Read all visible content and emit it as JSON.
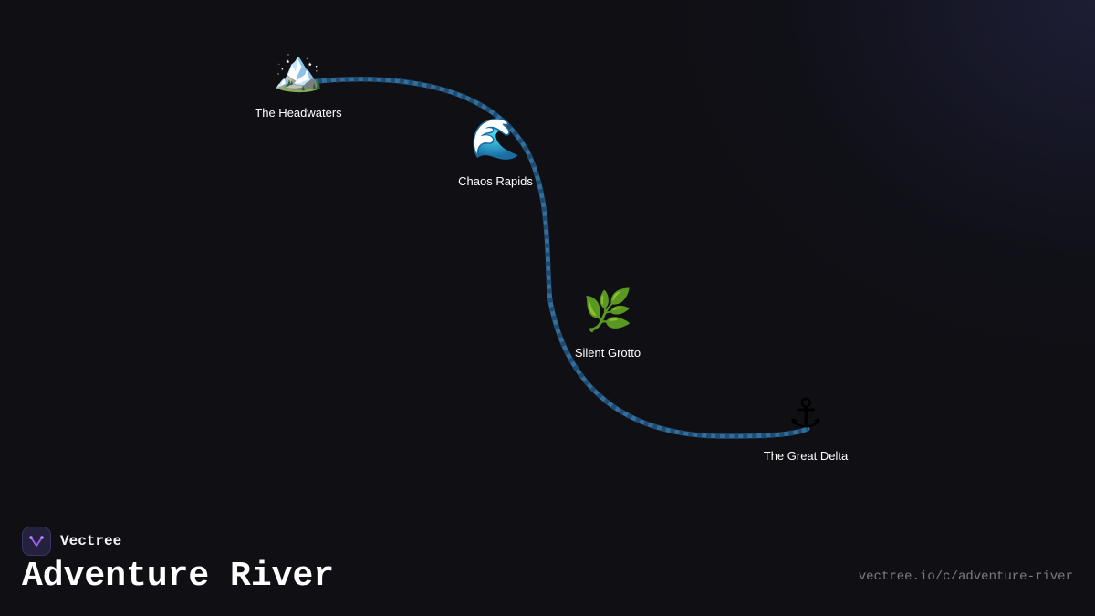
{
  "diagram": {
    "stops": [
      {
        "icon": "🏔️",
        "icon_name": "mountain-icon",
        "label": "The Headwaters"
      },
      {
        "icon": "🌊",
        "icon_name": "wave-icon",
        "label": "Chaos Rapids"
      },
      {
        "icon": "🌿",
        "icon_name": "herb-icon",
        "label": "Silent Grotto"
      },
      {
        "icon": "⚓",
        "icon_name": "anchor-icon",
        "label": "The Great Delta"
      }
    ],
    "river_color": "#2f6f9c",
    "river_dash_color": "#1d3f63"
  },
  "brand": {
    "name": "Vectree",
    "logo_color": "#9b5de5"
  },
  "title": "Adventure River",
  "url": "vectree.io/c/adventure-river"
}
